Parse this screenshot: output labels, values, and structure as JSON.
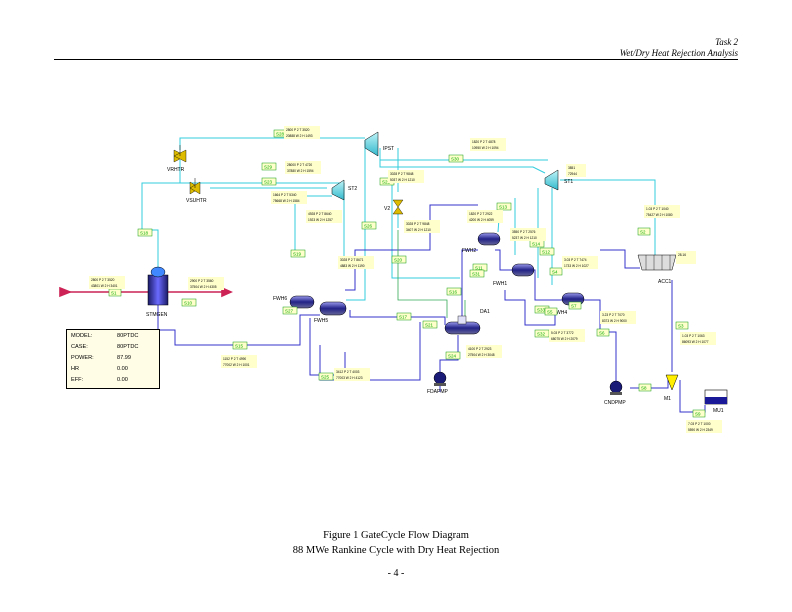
{
  "header": {
    "task": "Task 2",
    "subtitle": "Wet/Dry Heat Rejection Analysis"
  },
  "caption": {
    "line1": "Figure 1  GateCycle Flow Diagram",
    "line2": "88 MWe Rankine Cycle with Dry Heat Rejection",
    "page": "- 4 -"
  },
  "summary": {
    "rows": [
      {
        "key": "MODEL:",
        "value": "80PTDC"
      },
      {
        "key": "CASE:",
        "value": "80PTDC"
      },
      {
        "key": "POWER:",
        "value": "87.99"
      },
      {
        "key": "HR",
        "value": "0.00"
      },
      {
        "key": "EFF:",
        "value": "0.00"
      }
    ]
  },
  "components": {
    "vrhtr": "VRHTR",
    "vsuhtr": "VSUHTR",
    "ipst": "IPST",
    "st2": "ST2",
    "st1": "ST1",
    "v2": "V2",
    "fwh2": "FWH2",
    "fwh1": "FWH1",
    "fwh4": "FWH4",
    "fwh5": "FWH5",
    "fwh6": "FWH6",
    "da1": "DA1",
    "fdapmp": "FDAPMP",
    "cndpmp": "CNDPMP",
    "acc1": "ACC1",
    "m1": "M1",
    "mu1": "MU1",
    "stmgen": "STMGEN"
  },
  "streams": {
    "s1": "S1",
    "s30": "S30",
    "s28": "S28",
    "s23": "S23",
    "s29": "S29",
    "s18": "S18",
    "s22": "S22",
    "s20": "S20",
    "s26": "S26",
    "s19": "S19",
    "s13": "S13",
    "s2": "S2",
    "s11": "S11",
    "s16": "S16",
    "s12": "S12",
    "s4": "S4",
    "s14": "S14",
    "s6": "S6",
    "s21": "S21",
    "s10": "S10",
    "s15": "S15",
    "s7": "S7",
    "s8": "S8",
    "s9": "S9",
    "s5": "S5",
    "s3": "S3",
    "s24": "S24",
    "s25": "S25",
    "s27": "S27",
    "s17": "S17",
    "s32": "S32",
    "s31": "S31",
    "s33": "S33"
  },
  "stream_values": {
    "v1": "2800 P 2 T 3520",
    "v2": "20888 W 2 H 1493",
    "v3": "2800 P 2 T 4920",
    "v4": "20888 W 2 H 1492",
    "v5": "1664 P 2 T 5340",
    "v6": "75668 W 2 H 1584",
    "v7": "28000 P 2 T 4720",
    "v8": "37880 W 2 H 1594",
    "v9": "4928 P 2 T 8640",
    "v10": "1923 W 2 H 1257",
    "v11": "1820 P 2 T 4878",
    "v12": "10950 W 2 H 1094",
    "v13": "3028 P 2 T 9848",
    "v14": "5037 W 2 H 1210",
    "v15": "3028 P 2 T 9848",
    "v16": "3407 W 2 H 1210",
    "v17": "3028 P 2 T 8671",
    "v18": "4883 W 2 H 1190",
    "v19": "1820 P 2 T 2922",
    "v20": "4200 W 2 H 4059",
    "v21": "3550 P 2 T 2576",
    "v22": "5237 W 2 H 1210",
    "v23": "3851",
    "v24": "72944",
    "v25": "1.03 P 2 T 1040",
    "v26": "75427 W 2 H 1080",
    "v27": "28.16",
    "v28": "3.03 P 2 T 7474",
    "v29": "1733 W 2 H 1027",
    "v30": "3.23 P 2 T 7070",
    "v31": "8373 W 2 H 9000",
    "v32": "1.03 P 2 T 1063",
    "v33": "86093 W 2 H 1077",
    "v34": "7.03 P 2 T 1000",
    "v35": "5590 W 2 H 2349",
    "v36": "5.03 P 2 T 3772",
    "v37": "68075 W 2 H 2079",
    "v38": "4100 P 2 T 2923",
    "v39": "27504 W 2 H 3048",
    "v40": "2900 P 2 T 3560",
    "v41": "37504 W 2 H 4305",
    "v42": "1152 P 2 T 4990",
    "v43": "77002 W 2 H 1001",
    "v44": "3412 P 2 T 4003",
    "v45": "77003 W 2 H 4123",
    "v46": "2800 P 2 T 3520",
    "v47": "43801 W 2 H 3401"
  },
  "colors": {
    "steam": "#33ccdd",
    "feedwater": "#3333cc",
    "drain": "#33aa55",
    "steamgen_io": "#cc2255",
    "label_bg": "#ffffcc",
    "label_border": "#0a9a0a"
  }
}
